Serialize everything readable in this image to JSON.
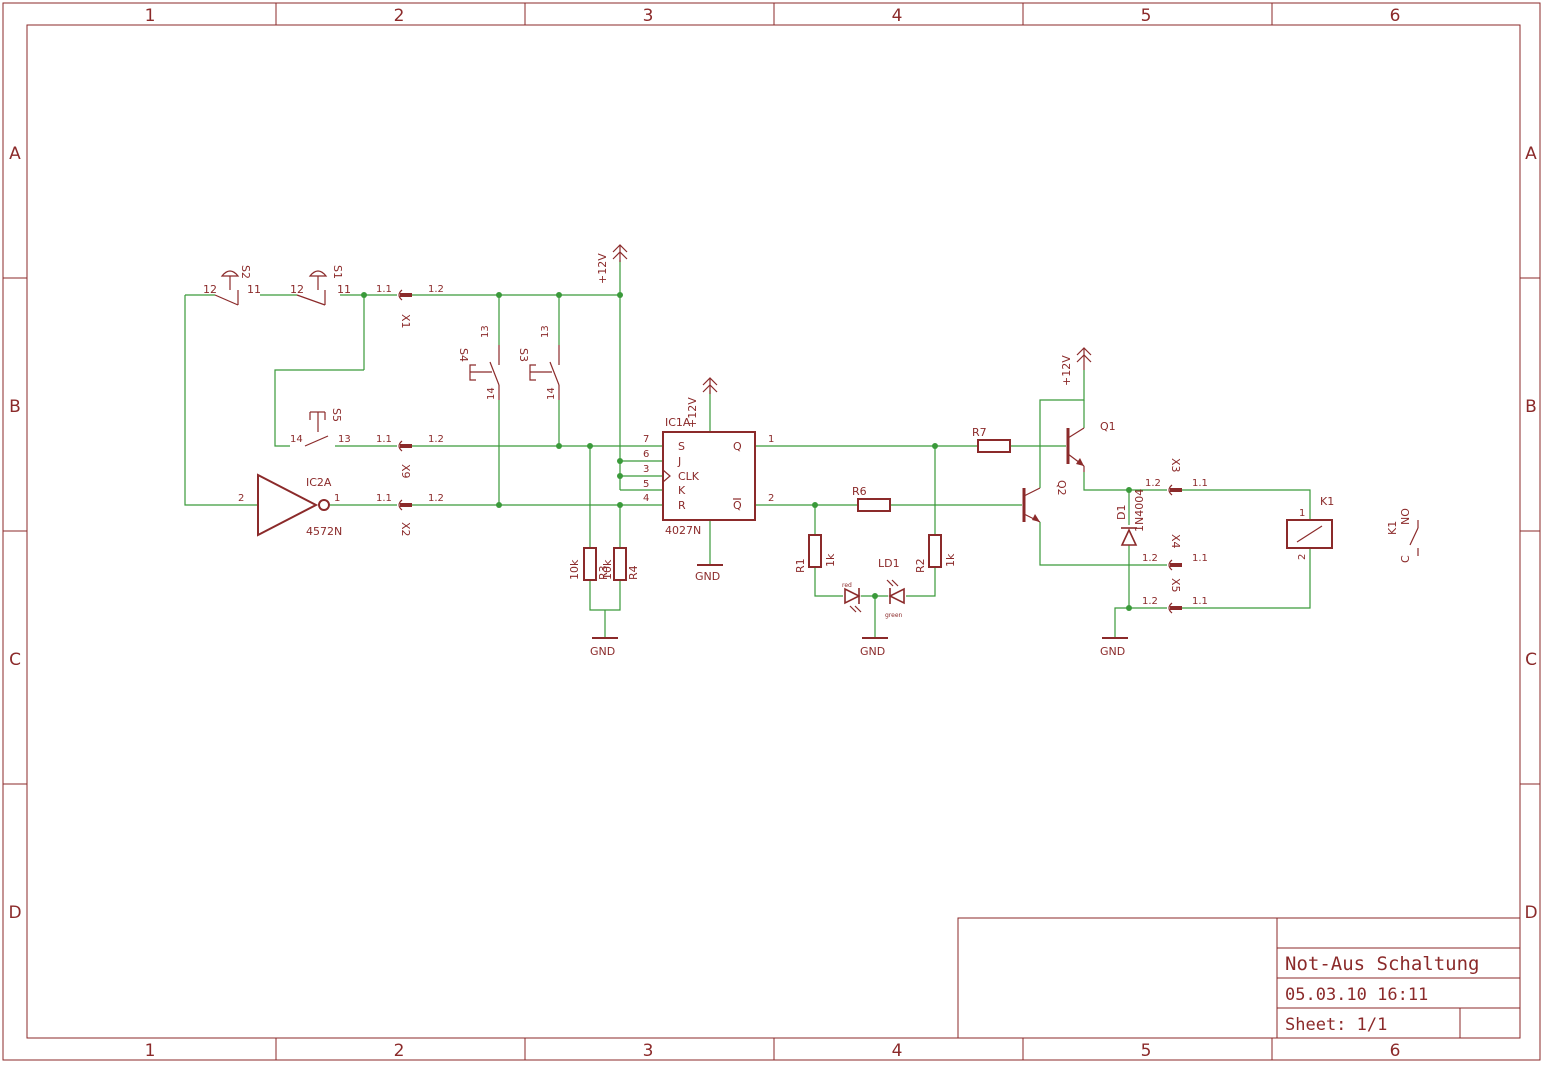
{
  "frame": {
    "columns": [
      "1",
      "2",
      "3",
      "4",
      "5",
      "6"
    ],
    "rows": [
      "A",
      "B",
      "C",
      "D"
    ]
  },
  "title_block": {
    "title": "Not-Aus Schaltung",
    "date": "05.03.10 16:11",
    "sheet": "Sheet: 1/1"
  },
  "components": {
    "s1": {
      "name": "S1",
      "pin_a": "12",
      "pin_b": "11"
    },
    "s2": {
      "name": "S2",
      "pin_a": "12",
      "pin_b": "11"
    },
    "s3": {
      "name": "S3",
      "pin_a": "13",
      "pin_b": "14"
    },
    "s4": {
      "name": "S4",
      "pin_a": "13",
      "pin_b": "14"
    },
    "s5": {
      "name": "S5",
      "pin_a": "14",
      "pin_b": "13"
    },
    "x1": {
      "name": "X1",
      "pin_a": "1.1",
      "pin_b": "1.2"
    },
    "x9": {
      "name": "X9",
      "pin_a": "1.1",
      "pin_b": "1.2"
    },
    "x2": {
      "name": "X2",
      "pin_a": "1.1",
      "pin_b": "1.2"
    },
    "x3": {
      "name": "X3",
      "pin_a": "1.2",
      "pin_b": "1.1"
    },
    "x4": {
      "name": "X4",
      "pin_a": "1.2",
      "pin_b": "1.1"
    },
    "x5": {
      "name": "X5",
      "pin_a": "1.2",
      "pin_b": "1.1"
    },
    "ic2a": {
      "name": "IC2A",
      "value": "4572N",
      "pin_in": "2",
      "pin_out": "1"
    },
    "ic1a": {
      "name": "IC1A",
      "value": "4027N",
      "pins": [
        "S",
        "J",
        "CLK",
        "K",
        "R",
        "Q",
        "Q"
      ],
      "pin_nums": [
        "7",
        "6",
        "3",
        "5",
        "4",
        "1",
        "2"
      ]
    },
    "r1": {
      "name": "R1",
      "value": "1k"
    },
    "r2": {
      "name": "R2",
      "value": "1k"
    },
    "r3": {
      "name": "R3",
      "value": "10k"
    },
    "r4": {
      "name": "R4",
      "value": "10k"
    },
    "r6": {
      "name": "R6"
    },
    "r7": {
      "name": "R7"
    },
    "ld1": {
      "name": "LD1",
      "red": "red",
      "green": "green"
    },
    "q1": {
      "name": "Q1"
    },
    "q2": {
      "name": "Q2"
    },
    "d1": {
      "name": "D1",
      "value": "1N4004"
    },
    "k1": {
      "name": "K1",
      "pin_1": "1",
      "pin_2": "2",
      "contact_c": "C",
      "contact_no": "NO"
    }
  },
  "supply": {
    "vcc": "+12V",
    "gnd": "GND"
  }
}
